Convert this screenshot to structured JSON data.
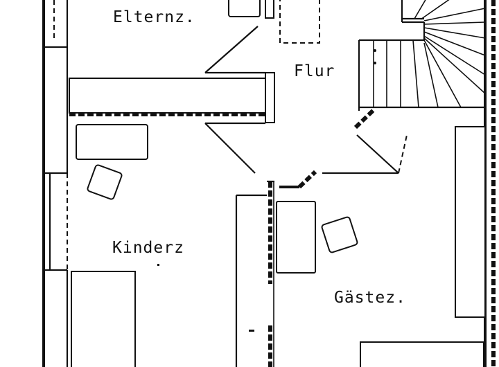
{
  "rooms": {
    "elternzimmer": "Elternz.",
    "flur": "Flur",
    "kinderzimmer": "Kinderz",
    "gaestezimmer": "Gästez."
  }
}
